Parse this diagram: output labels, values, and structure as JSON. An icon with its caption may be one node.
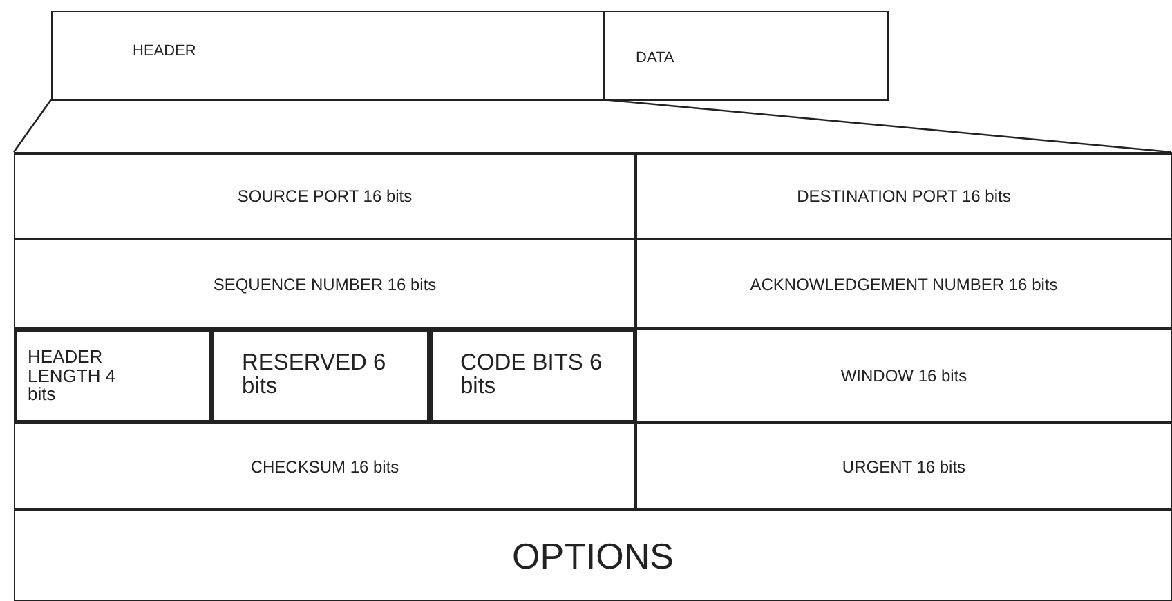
{
  "diagram": {
    "nodes": [
      {
        "text": [
          "HEADER"
        ]
      },
      {
        "text": [
          "DATA"
        ]
      },
      {
        "text": [],
        "shape": "box"
      },
      {
        "text": [
          "SOURCE PORT 16 bits"
        ],
        "in": 2
      },
      {
        "text": [
          "DESTINATION PORT 16 bits"
        ],
        "in": 2
      },
      {
        "text": [
          "SEQUENCE NUMBER 16 bits"
        ],
        "in": 2
      },
      {
        "text": [
          "ACKNOWLEDGEMENT NUMBER 16 bits"
        ],
        "in": 2
      },
      {
        "text": [
          "HEADER LENGTH 4 bits"
        ],
        "in": 2
      },
      {
        "text": [
          "RESERVED 6 bits"
        ],
        "in": 2
      },
      {
        "text": [
          "CODE BITS 6 bits"
        ],
        "in": 2
      },
      {
        "text": [
          "WINDOW 16 bits"
        ],
        "in": 2
      },
      {
        "text": [
          "CHECKSUM 16 bits"
        ],
        "in": 2
      },
      {
        "text": [
          "URGENT 16 bits"
        ],
        "in": 2
      },
      {
        "text": [
          "OPTIONS"
        ],
        "in": 2
      }
    ],
    "edges": [
      {
        "from": 0,
        "to": 2,
        "arrow": "none"
      },
      {
        "from": 0,
        "to": 2,
        "arrow": "none"
      }
    ]
  }
}
